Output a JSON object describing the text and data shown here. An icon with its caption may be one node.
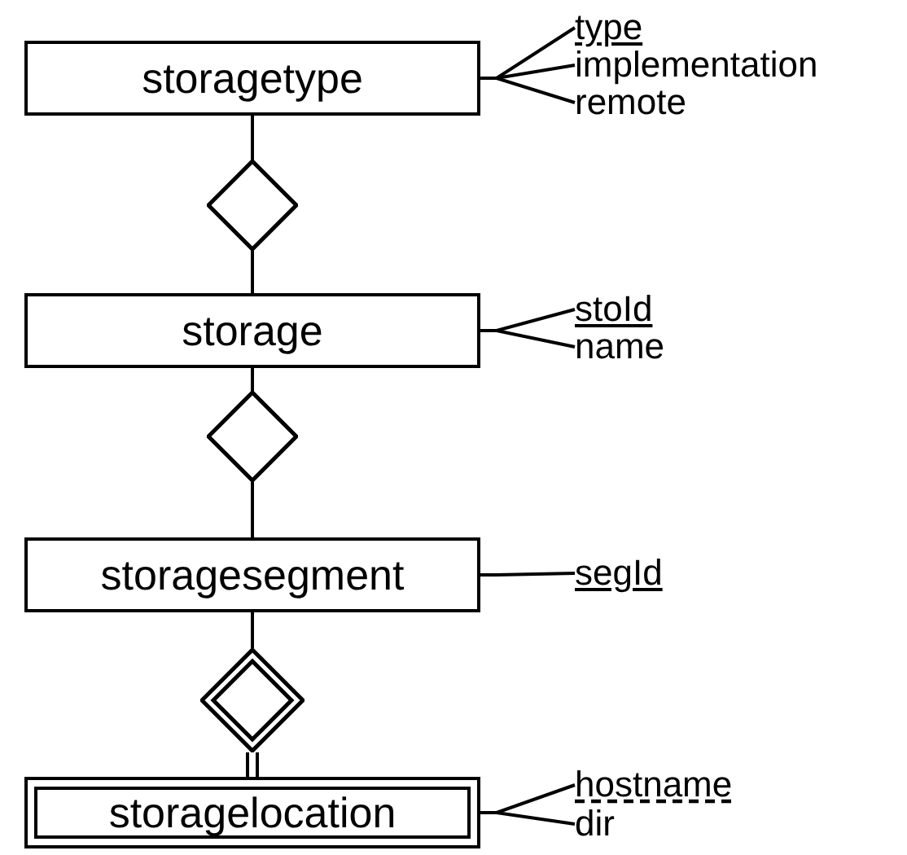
{
  "diagram": {
    "nodes": [
      {
        "text": [
          "storagetype"
        ]
      },
      {
        "text": [
          "type"
        ]
      },
      {
        "text": [
          "implementation"
        ]
      },
      {
        "text": [
          "remote"
        ]
      },
      {
        "text": [],
        "shape": "diamond"
      },
      {
        "text": [
          "storage"
        ]
      },
      {
        "text": [
          "stoId"
        ]
      },
      {
        "text": [
          "name"
        ]
      },
      {
        "text": [],
        "shape": "diamond"
      },
      {
        "text": [
          "storagesegment"
        ]
      },
      {
        "text": [
          "segId"
        ]
      },
      {
        "text": [],
        "shape": "diamond"
      },
      {
        "text": [
          "storagelocation"
        ]
      },
      {
        "text": [
          "hostname"
        ]
      },
      {
        "text": [
          "dir"
        ]
      }
    ],
    "edges": [
      {
        "from": 0,
        "to": 1,
        "arrow": "none"
      },
      {
        "from": 0,
        "to": 2,
        "arrow": "none"
      },
      {
        "from": 0,
        "to": 3,
        "arrow": "none"
      },
      {
        "from": 0,
        "to": 4,
        "arrow": "none"
      },
      {
        "from": 4,
        "to": 5,
        "arrow": "none"
      },
      {
        "from": 5,
        "to": 6,
        "arrow": "none"
      },
      {
        "from": 5,
        "to": 7,
        "arrow": "none"
      },
      {
        "from": 5,
        "to": 8,
        "arrow": "none"
      },
      {
        "from": 8,
        "to": 9,
        "arrow": "none"
      },
      {
        "from": 9,
        "to": 10,
        "arrow": "none"
      },
      {
        "from": 9,
        "to": 11,
        "arrow": "none"
      },
      {
        "from": 11,
        "to": 12,
        "arrow": "none"
      },
      {
        "from": 12,
        "to": 13,
        "arrow": "none"
      },
      {
        "from": 12,
        "to": 14,
        "arrow": "none"
      }
    ]
  }
}
